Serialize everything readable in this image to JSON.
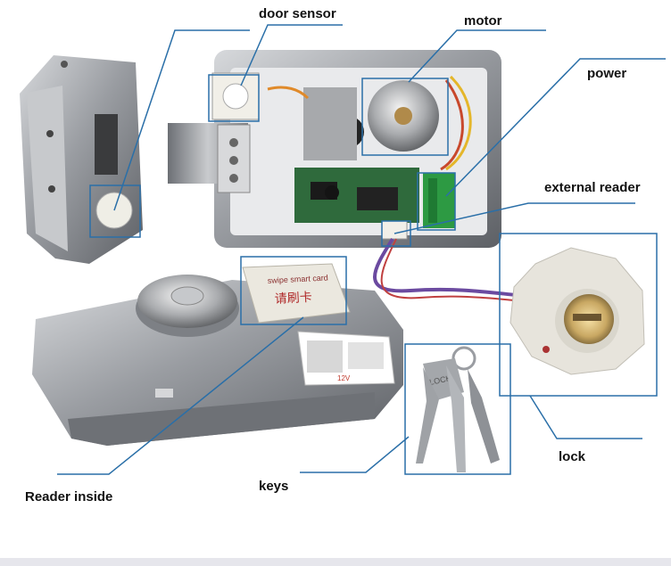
{
  "labels": {
    "door_sensor": "door sensor",
    "motor": "motor",
    "power": "power",
    "external_reader": "external reader",
    "lock": "lock",
    "keys": "keys",
    "reader_inside": "Reader inside"
  },
  "card_text": {
    "line1": "swipe smart card",
    "line2": "请刷卡"
  },
  "sticker_text": "12V",
  "key_text": "LOCK",
  "colors": {
    "callout": "#2a6fa8",
    "steel": "#8e9196",
    "cream": "#e7e4dc",
    "pcb": "#2f6a3c"
  }
}
